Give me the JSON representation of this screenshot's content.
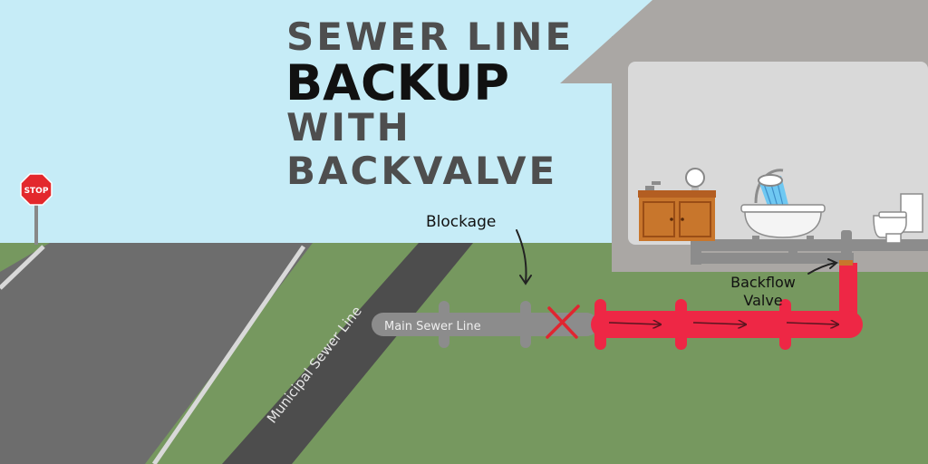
{
  "title": {
    "line1": "SEWER LINE",
    "line2": "BACKUP",
    "line3": "WITH",
    "line4": "BACKVALVE"
  },
  "sign": {
    "text": "STOP"
  },
  "labels": {
    "blockage": "Blockage",
    "backflow_line1": "Backflow",
    "backflow_line2": "Valve",
    "main_sewer": "Main Sewer Line",
    "municipal_sewer": "Municipal Sewer  Line"
  },
  "colors": {
    "sky": "#c6ecf7",
    "grass": "#76985f",
    "road": "#6d6d6d",
    "municipal": "#4d4d4d",
    "house_outer": "#aaa7a4",
    "house_inner": "#d9d9d9",
    "pipe_gray": "#8c8c8c",
    "backflow_red": "#ee2745",
    "blockage_x": "#e02530",
    "title_gray": "#4e4e4e",
    "title_black": "#111111"
  },
  "icons": [
    "stop-sign-icon",
    "sink-cabinet-icon",
    "bathtub-icon",
    "toilet-icon",
    "blockage-x-icon",
    "flow-arrow-icon"
  ]
}
